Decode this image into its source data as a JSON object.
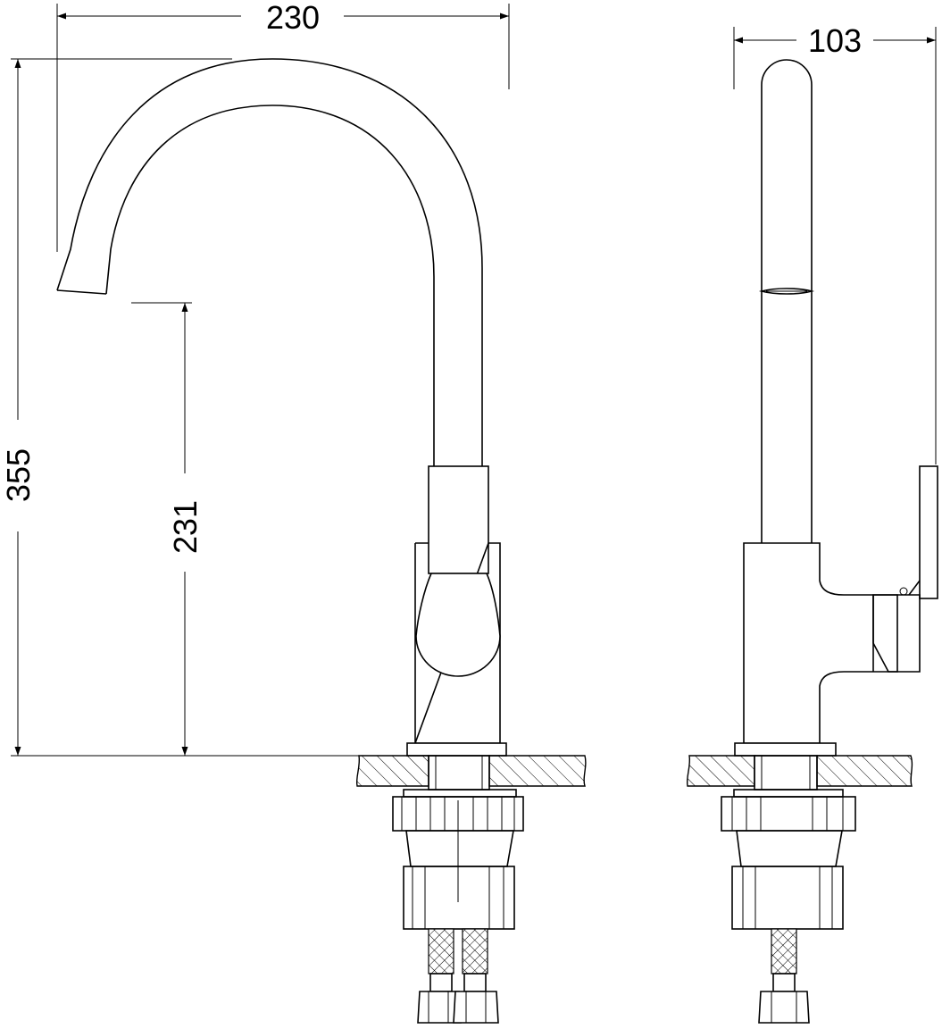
{
  "drawing": {
    "views": [
      "front-view",
      "side-view"
    ],
    "dimensions": {
      "overall_reach": {
        "value": "230",
        "unit": "mm"
      },
      "overall_height": {
        "value": "355",
        "unit": "mm"
      },
      "spout_height": {
        "value": "231",
        "unit": "mm"
      },
      "body_depth": {
        "value": "103",
        "unit": "mm"
      }
    },
    "colors": {
      "line": "#000000",
      "background": "#ffffff"
    }
  }
}
